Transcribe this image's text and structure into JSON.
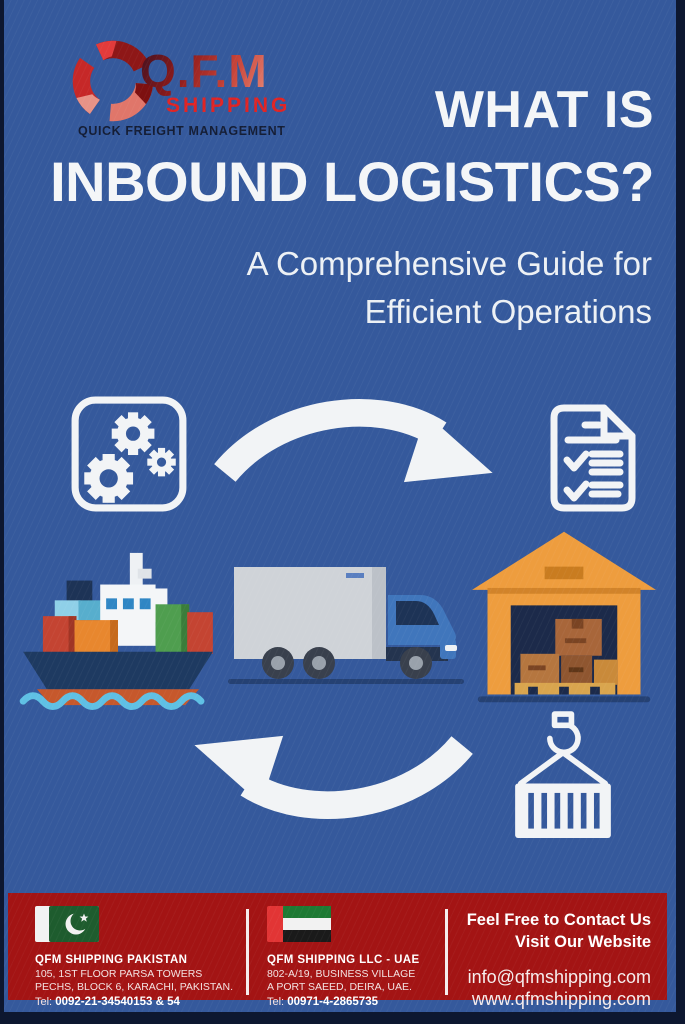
{
  "logo": {
    "name": "Q.F.M",
    "sub": "SHIPPING",
    "tagline": "QUICK FREIGHT MANAGEMENT"
  },
  "headline": {
    "line1": "WHAT IS",
    "line2": "INBOUND LOGISTICS?"
  },
  "subtitle": {
    "line1": "A Comprehensive Guide for",
    "line2": "Efficient Operations"
  },
  "icons": {
    "logo_swirl": "red-swirl-logo-icon",
    "row1": [
      "gears-in-rounded-square-icon",
      "curved-arrow-right-icon",
      "checklist-document-icon"
    ],
    "row2": [
      "cargo-ship-icon",
      "delivery-truck-icon",
      "warehouse-with-boxes-icon"
    ],
    "row3": [
      "curved-arrow-left-icon",
      "container-on-crane-hook-icon"
    ]
  },
  "footer": {
    "pakistan": {
      "flag": "pakistan-flag",
      "name": "QFM SHIPPING PAKISTAN",
      "addr1": "105, 1ST FLOOR PARSA TOWERS",
      "addr2": "PECHS, BLOCK 6, KARACHI, PAKISTAN.",
      "tel_label": "Tel:",
      "tel": "0092-21-34540153 & 54"
    },
    "uae": {
      "flag": "uae-flag",
      "name": "QFM SHIPPING LLC - UAE",
      "addr1": "802-A/19, BUSINESS VILLAGE",
      "addr2": "A PORT SAEED, DEIRA, UAE.",
      "tel_label": "Tel:",
      "tel": "00971-4-2865735"
    },
    "contact": {
      "line1": "Feel Free to Contact Us",
      "line2": "Visit Our Website",
      "email": "info@qfmshipping.com",
      "website": "www.qfmshipping.com"
    }
  },
  "colors": {
    "background_blue": "#35599c",
    "frame_navy": "#0d1730",
    "footer_red": "#a31414",
    "accent_red": "#e02424",
    "white": "#f2f4f6",
    "warehouse_orange": "#ee9d3e",
    "truck_blue": "#4076bc",
    "wave_blue": "#5fc0e4"
  }
}
